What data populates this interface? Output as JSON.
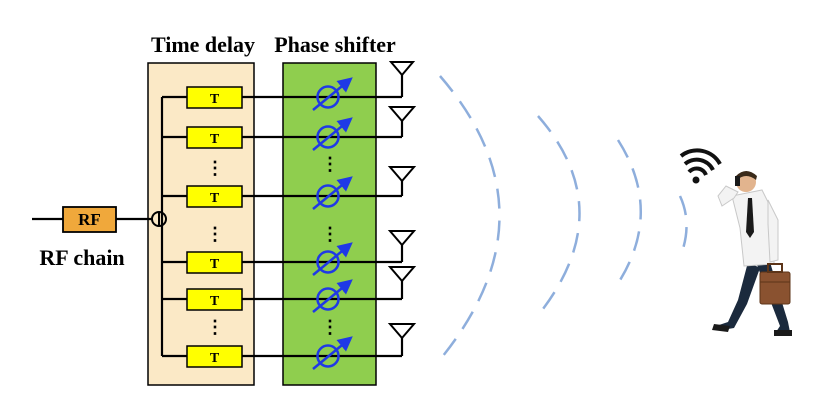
{
  "labels": {
    "time_delay": "Time delay",
    "phase_shifter": "Phase shifter",
    "rf_block": "RF",
    "rf_chain": "RF chain",
    "delay_element": "T",
    "ellipsis": "⋮"
  },
  "colors": {
    "time_delay_panel": "#fbe9c6",
    "phase_shifter_panel": "#8fce4e",
    "rf_block": "#f0a83b",
    "delay_block": "#ffff00",
    "phase_shifter_symbol": "#1f39e6",
    "wavefront": "#8eaedc"
  },
  "diagram": {
    "delay_elements": 6,
    "antennas": 6,
    "icons": [
      "antenna-icon",
      "phase-shifter-icon",
      "wifi-signal-icon",
      "walking-user-on-phone-icon"
    ]
  }
}
